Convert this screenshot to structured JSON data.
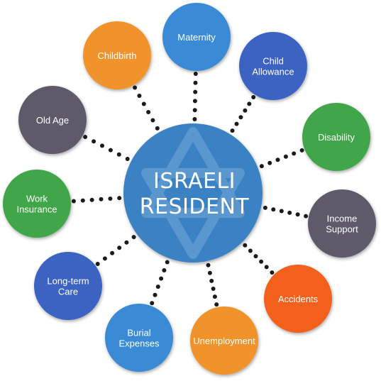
{
  "center": {
    "line1": "ISRAELI",
    "line2": "RESIDENT",
    "color": "#3b82c4",
    "emblem": "star-of-david-icon"
  },
  "nodes": [
    {
      "id": "maternity",
      "lines": [
        "Maternity"
      ],
      "color": "#3b8ad6"
    },
    {
      "id": "child-allowance",
      "lines": [
        "Child",
        "Allowance"
      ],
      "color": "#3c63c2"
    },
    {
      "id": "disability",
      "lines": [
        "Disability"
      ],
      "color": "#3fa64a"
    },
    {
      "id": "income-support",
      "lines": [
        "Income",
        "Support"
      ],
      "color": "#5e5a6b"
    },
    {
      "id": "accidents",
      "lines": [
        "Accidents"
      ],
      "color": "#f2601f"
    },
    {
      "id": "unemployment",
      "lines": [
        "Unemployment"
      ],
      "color": "#f0932b"
    },
    {
      "id": "burial-expenses",
      "lines": [
        "Burial",
        "Expenses"
      ],
      "color": "#3b8ad6"
    },
    {
      "id": "long-term-care",
      "lines": [
        "Long-term",
        "Care"
      ],
      "color": "#3c63c2"
    },
    {
      "id": "work-insurance",
      "lines": [
        "Work",
        "Insurance"
      ],
      "color": "#3fa64a"
    },
    {
      "id": "old-age",
      "lines": [
        "Old Age"
      ],
      "color": "#5e5a6b"
    },
    {
      "id": "childbirth",
      "lines": [
        "Childbirth"
      ],
      "color": "#f0932b"
    }
  ]
}
